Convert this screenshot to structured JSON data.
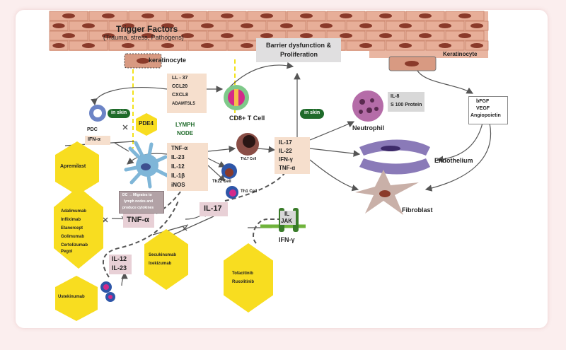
{
  "skin": {
    "trigger_title": "Trigger Factors",
    "trigger_sub": "(Trauma, stress, Pathogens)",
    "keratinocyte_left": "keratinocyte",
    "keratinocyte_right": "Keratinocyte",
    "barrier": [
      "Barrier dysfunction &",
      "Proliferation"
    ]
  },
  "mediators_top": [
    "LL - 37",
    "CCL20",
    "CXCL8",
    "ADAMTSL5"
  ],
  "cells": {
    "pdc": "PDC",
    "in_skin_1": "in skin",
    "in_skin_2": "in skin",
    "ifn_alpha": "IFN-α",
    "pde4": "PDE4",
    "lymph_node": [
      "LYMPH",
      "NODE"
    ],
    "cd8": "CD8+ T Cell",
    "th17": "Th17 Cell",
    "th22": "Th22 Cell",
    "th1": "Th1 Cell",
    "dc_note": [
      "DC → Migrates to",
      "lymph nodes and",
      "produce cytokines"
    ],
    "neutrophil": "Neutrophil",
    "endothelium": "Endothelium",
    "fibroblast": "Fibroblast"
  },
  "cytokines_mid": [
    "TNF-α",
    "IL-23",
    "IL-12",
    "IL-1β",
    "iNOS"
  ],
  "cytokines_right": [
    "IL-17",
    "IL-22",
    "IFN-γ",
    "TNF-α"
  ],
  "neutro_box": [
    "IL-8",
    "S 100 Protein"
  ],
  "growth_box": [
    "bFGF",
    "VEGF",
    "Angiopoietin"
  ],
  "labels": {
    "tnf": "TNF-α",
    "il17": "IL-17",
    "il12": "IL-12",
    "il23": "IL-23",
    "il": "IL",
    "jak": "JAK",
    "ifng": "IFN-γ"
  },
  "drugs": {
    "apremilast": "Apremilast",
    "anti_tnf": [
      "Adalimumab",
      "Infliximab",
      "Etanercept",
      "Golimumab",
      "Certolizumab",
      "Pegol"
    ],
    "anti_il17": [
      "Secukinumab",
      "Ixekizumab"
    ],
    "ustekinumab": "Ustekinumab",
    "jak": [
      "Tofacitinib",
      "Ruxolitinib"
    ]
  },
  "colors": {
    "skin_cell": "#c98269",
    "nucleus": "#8a3a2a",
    "peach_box": "#f6dfcd",
    "grey_box": "#e0dfe0",
    "pink_box": "#e8d0d6",
    "hex_yellow": "#f8dd20",
    "green_badge": "#1f6b2a",
    "dc_blue": "#7fb6d8",
    "neutro_purple": "#b56ca8",
    "endo_purple": "#6a4a9c",
    "fibro": "#c9b0a8",
    "dashed_yellow": "#f2e21a"
  }
}
